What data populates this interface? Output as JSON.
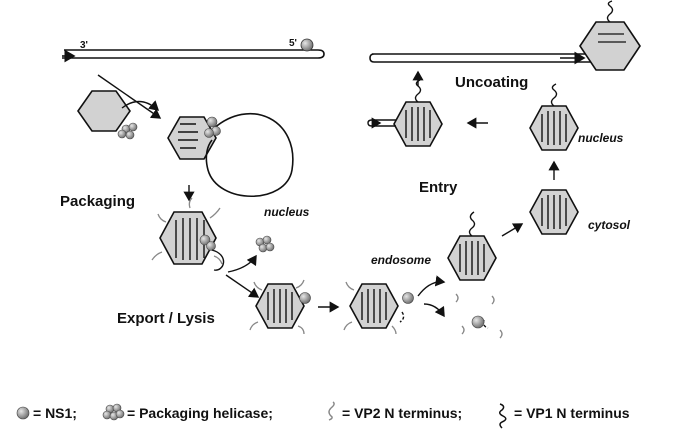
{
  "strand_ends": {
    "three_prime": "3'",
    "five_prime": "5'"
  },
  "stages": {
    "packaging": "Packaging",
    "export_lysis": "Export / Lysis",
    "entry": "Entry",
    "uncoating": "Uncoating"
  },
  "locations": {
    "nucleus_1": "nucleus",
    "endosome": "endosome",
    "cytosol": "cytosol",
    "nucleus_2": "nucleus"
  },
  "legend": {
    "ns1": "= NS1;",
    "helicase": "= Packaging helicase;",
    "vp2": "= VP2 N terminus;",
    "vp1": "= VP1 N terminus"
  },
  "colors": {
    "capsid": "#d2d2d2",
    "ns1": "#8c8c8c",
    "line": "#111111"
  }
}
